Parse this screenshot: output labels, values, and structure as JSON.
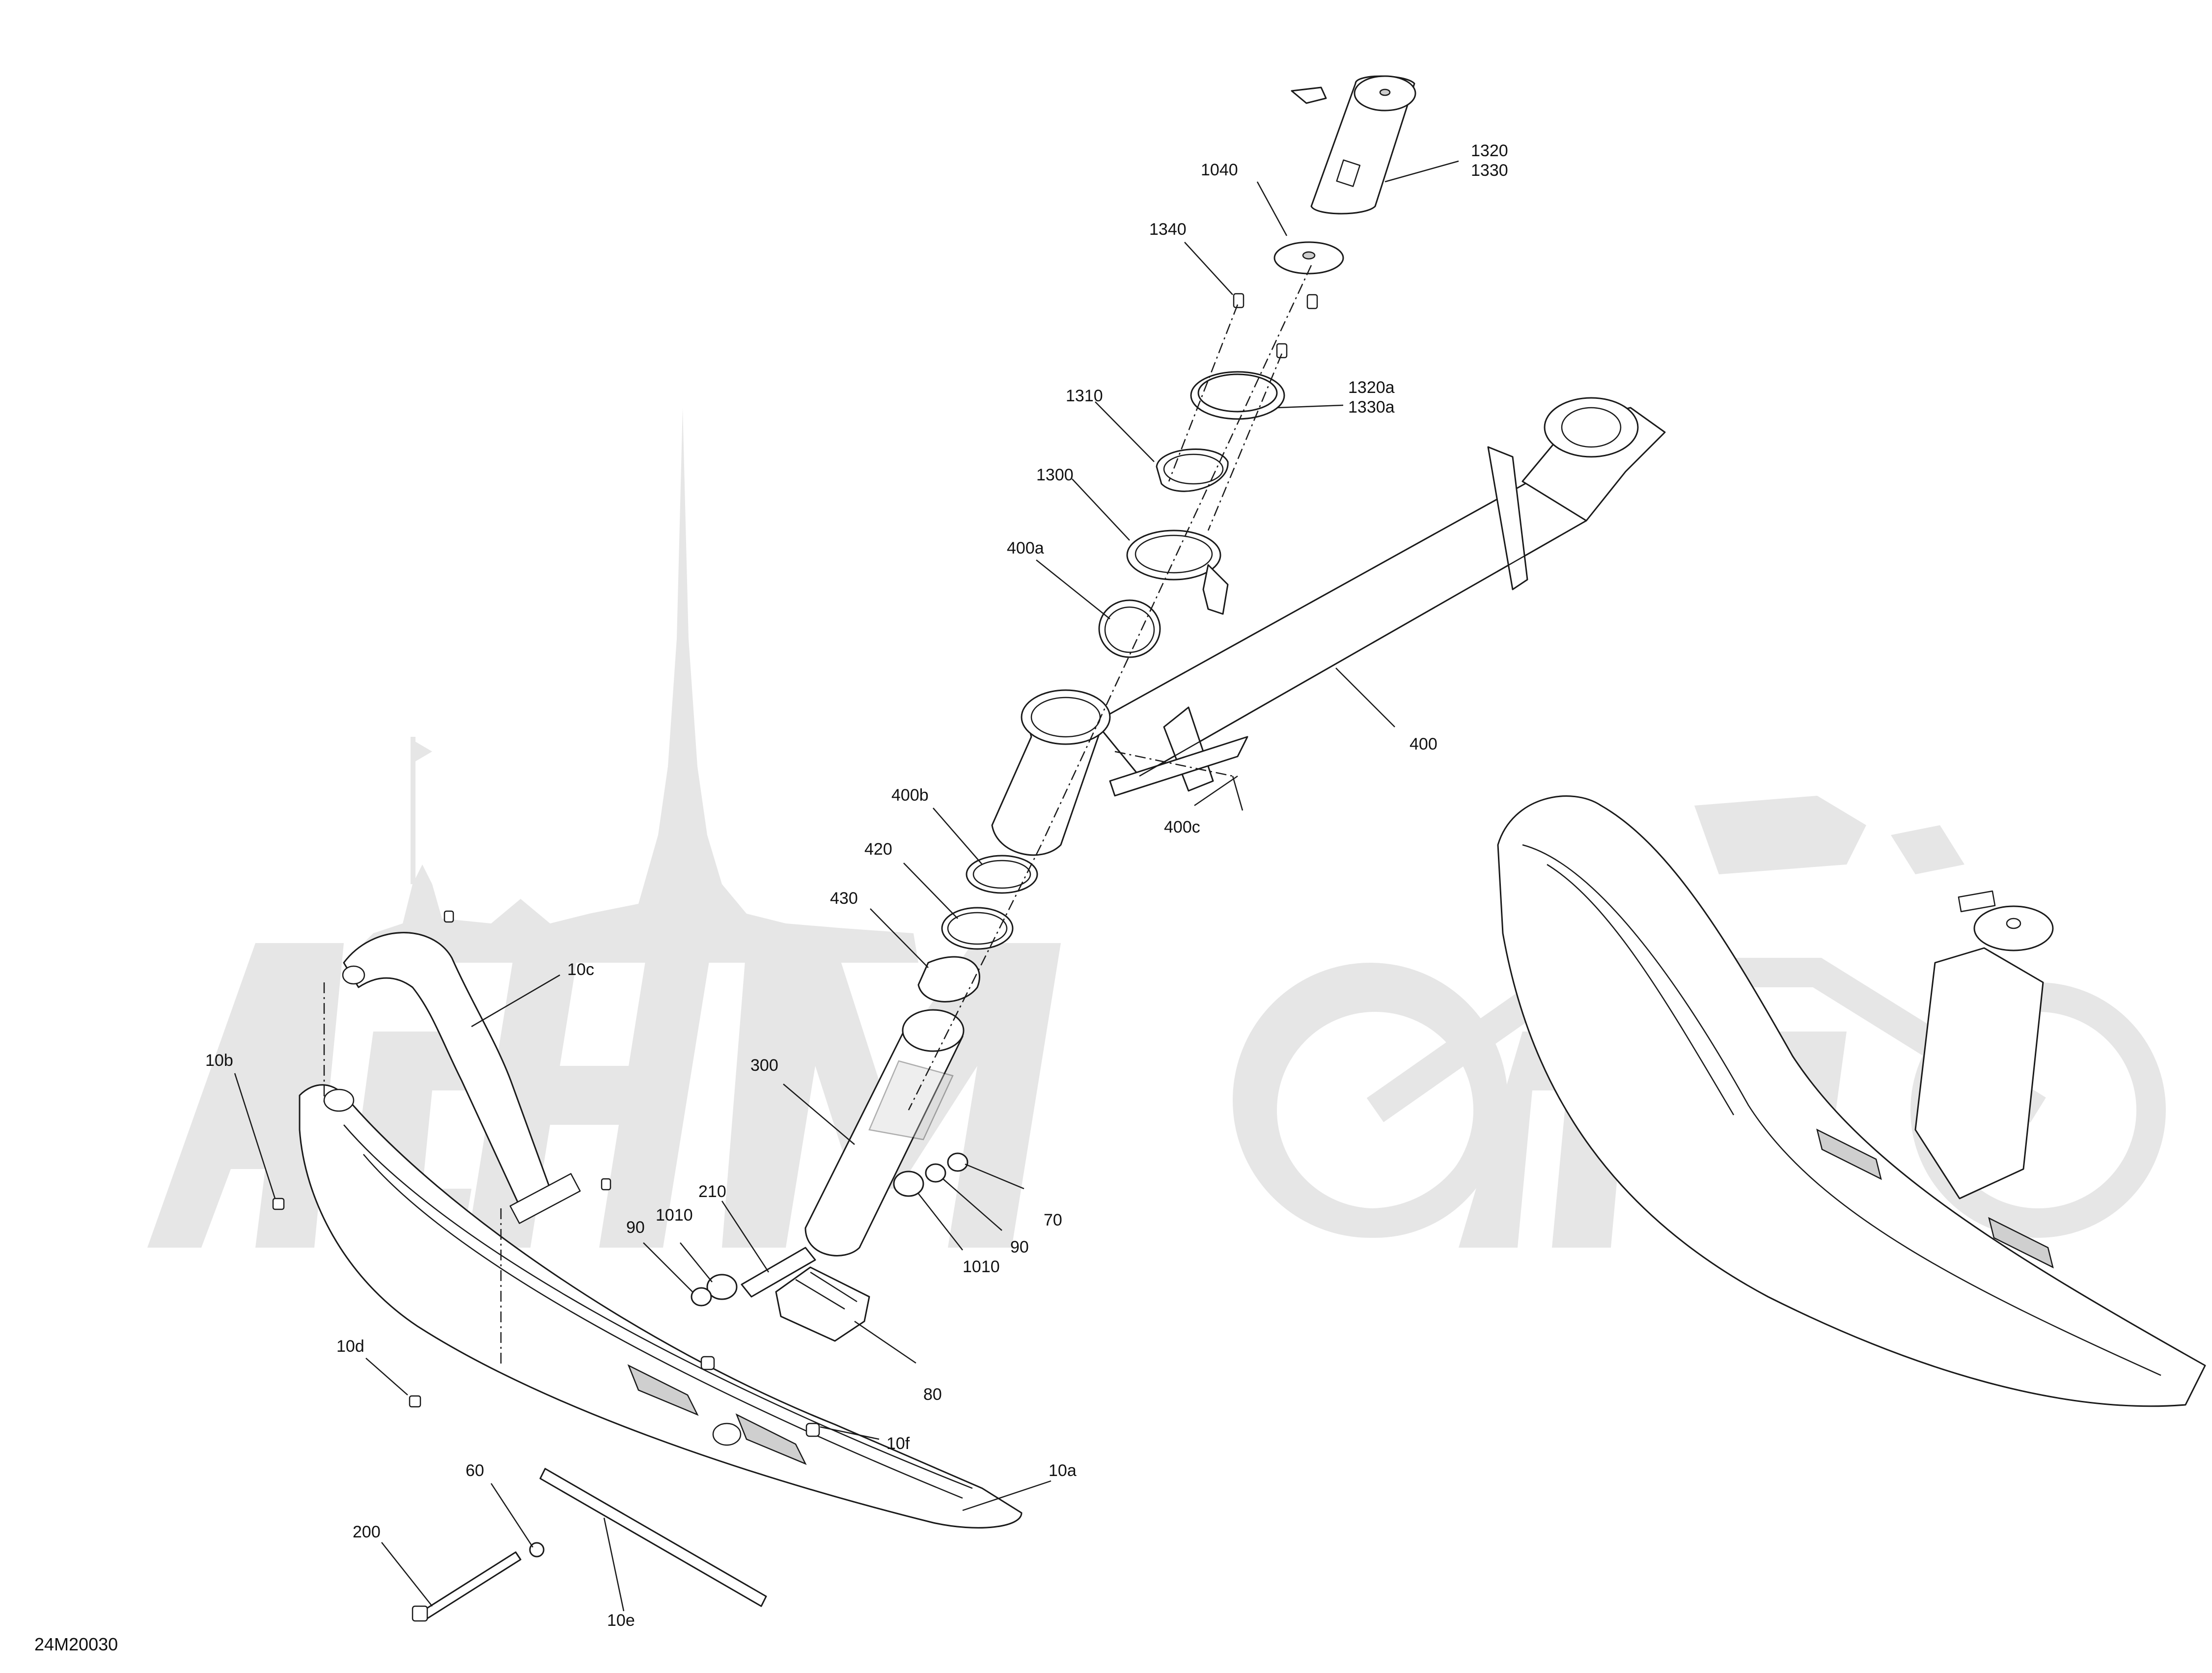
{
  "drawing_code": "24M20030",
  "watermark": "AchiMoto",
  "callouts": {
    "c1320": "1320",
    "c1330": "1330",
    "c1040": "1040",
    "c1340": "1340",
    "c1320a": "1320a",
    "c1330a": "1330a",
    "c1310": "1310",
    "c1300": "1300",
    "c400a": "400a",
    "c400": "400",
    "c400b": "400b",
    "c400c": "400c",
    "c420": "420",
    "c430": "430",
    "c300": "300",
    "c210": "210",
    "c1010l": "1010",
    "c90l": "90",
    "c1010r": "1010",
    "c90r": "90",
    "c70": "70",
    "c80": "80",
    "c10c": "10c",
    "c10b": "10b",
    "c10d": "10d",
    "c10f": "10f",
    "c60": "60",
    "c200": "200",
    "c10a": "10a",
    "c10e": "10e"
  }
}
